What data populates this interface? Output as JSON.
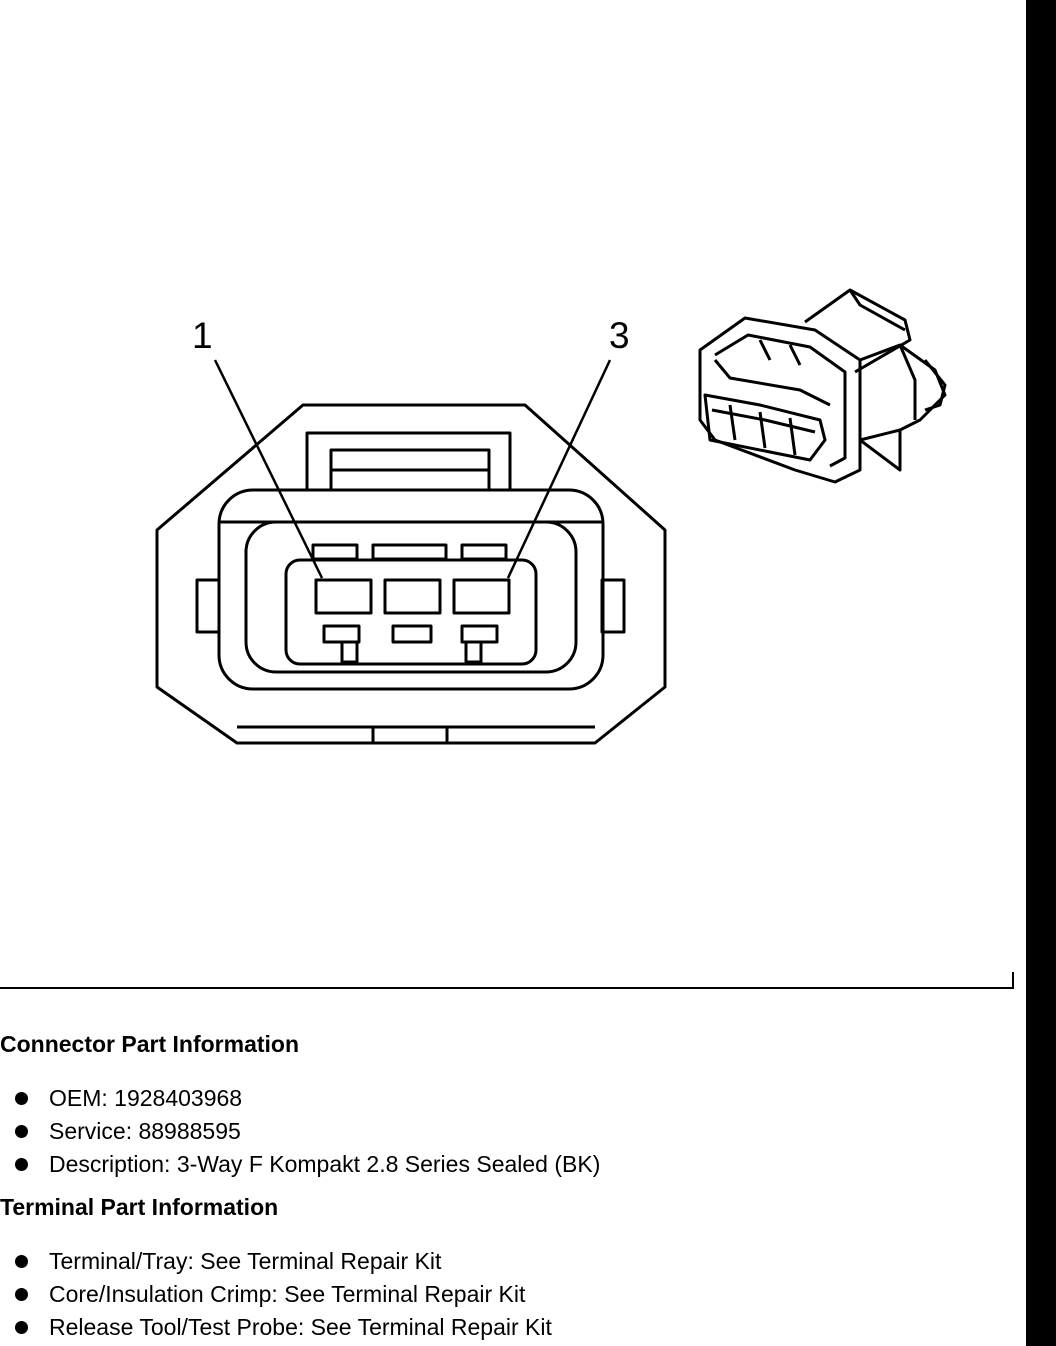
{
  "diagram": {
    "pin_labels": [
      "1",
      "3"
    ]
  },
  "connector_section": {
    "title": "Connector Part Information",
    "items": [
      "OEM: 1928403968",
      "Service: 88988595",
      "Description: 3-Way F Kompakt 2.8 Series Sealed (BK)"
    ]
  },
  "terminal_section": {
    "title": "Terminal Part Information",
    "items": [
      "Terminal/Tray: See Terminal Repair Kit",
      "Core/Insulation Crimp: See Terminal Repair Kit",
      "Release Tool/Test Probe: See Terminal Repair Kit"
    ]
  }
}
